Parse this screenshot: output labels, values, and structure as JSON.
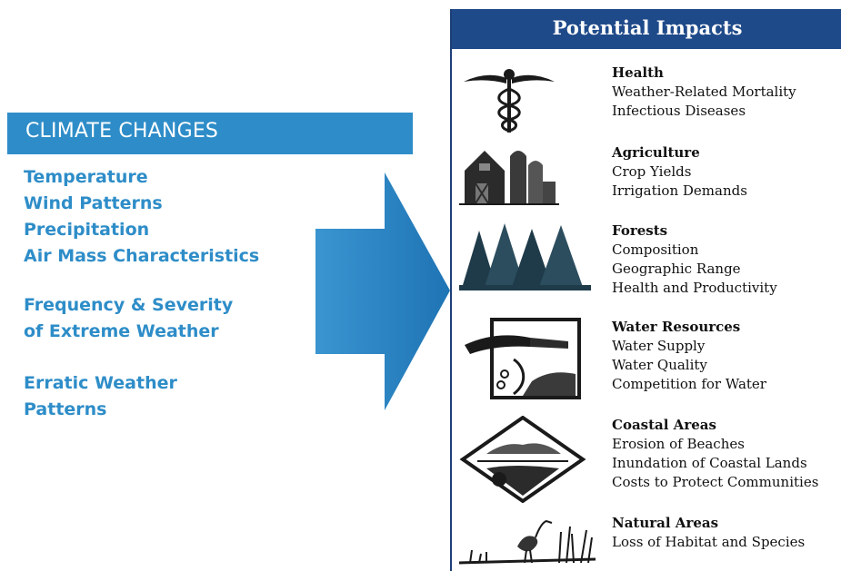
{
  "left": {
    "title": "CLIMATE CHANGES",
    "items": [
      "Temperature",
      "Wind Patterns",
      "Precipitation",
      "Air Mass Characteristics",
      "Frequency & Severity",
      "of Extreme Weather",
      "Erratic Weather",
      "Patterns"
    ]
  },
  "panel": {
    "title": "Potential Impacts",
    "impacts": [
      {
        "title": "Health",
        "items": [
          "Weather-Related Mortality",
          "Infectious Diseases"
        ],
        "icon": "caduceus-icon"
      },
      {
        "title": "Agriculture",
        "items": [
          "Crop Yields",
          "Irrigation Demands"
        ],
        "icon": "barn-silo-icon"
      },
      {
        "title": "Forests",
        "items": [
          "Composition",
          "Geographic Range",
          "Health and Productivity"
        ],
        "icon": "pine-trees-icon"
      },
      {
        "title": "Water Resources",
        "items": [
          "Water Supply",
          "Water Quality",
          "Competition for Water"
        ],
        "icon": "water-faucet-icon"
      },
      {
        "title": "Coastal Areas",
        "items": [
          "Erosion of Beaches",
          "Inundation of Coastal Lands",
          "Costs to Protect Communities"
        ],
        "icon": "coastline-icon"
      },
      {
        "title": "Natural Areas",
        "items": [
          "Loss of Habitat and Species"
        ],
        "icon": "heron-wetland-icon"
      }
    ]
  },
  "colors": {
    "accent_blue": "#2e8dc8",
    "arrow_blue": "#2a86c4",
    "header_navy": "#1f4a8a"
  }
}
